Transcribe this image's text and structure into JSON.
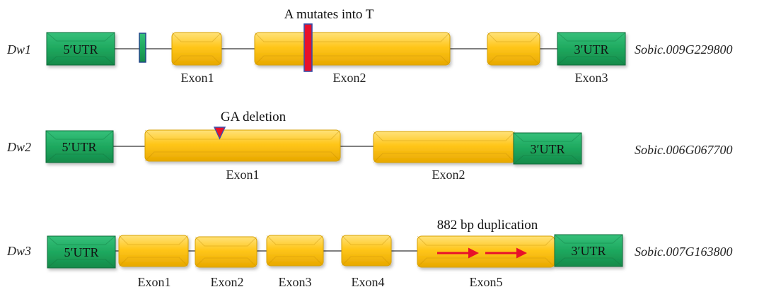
{
  "colors": {
    "exon_top": "#FFE27A",
    "exon_mid": "#FFC61A",
    "exon_bottom": "#E8A800",
    "exon_stroke": "#D9A200",
    "utr_top": "#35C07A",
    "utr_mid": "#1EA85E",
    "utr_bottom": "#158A4A",
    "utr_stroke": "#0F6E3A",
    "mutation_red": "#E8102A",
    "mutation_border": "#3A4FA8",
    "intron_line": "#555555"
  },
  "genes": [
    {
      "name": "Dw1",
      "gene_id": "Sobic.009G229800",
      "utr5_label": "5′UTR",
      "utr3_label": "3′UTR",
      "exon_labels": [
        "Exon1",
        "Exon2",
        "Exon3"
      ],
      "annotation": "A  mutates into T"
    },
    {
      "name": "Dw2",
      "gene_id": "Sobic.006G067700",
      "utr5_label": "5′UTR",
      "utr3_label": "3′UTR",
      "exon_labels": [
        "Exon1",
        "Exon2"
      ],
      "annotation": "GA deletion"
    },
    {
      "name": "Dw3",
      "gene_id": "Sobic.007G163800",
      "utr5_label": "5′UTR",
      "utr3_label": "3′UTR",
      "exon_labels": [
        "Exon1",
        "Exon2",
        "Exon3",
        "Exon4",
        "Exon5"
      ],
      "annotation": "882 bp duplication"
    }
  ]
}
